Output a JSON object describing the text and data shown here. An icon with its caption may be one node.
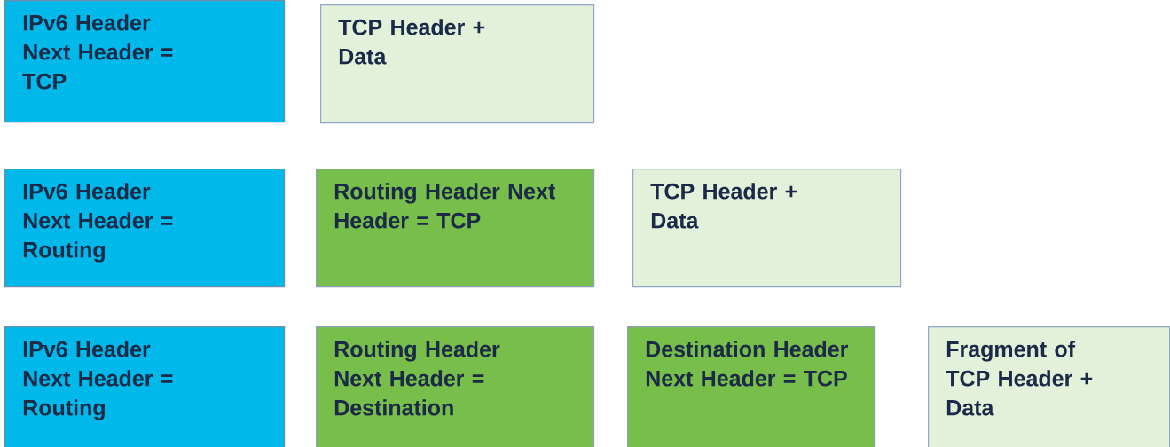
{
  "diagram": {
    "nodes": [
      {
        "text": [
          "IPv6 Header Next Header = TCP"
        ]
      },
      {
        "text": [
          "TCP Header + Data"
        ]
      },
      {
        "text": [
          "IPv6 Header Next Header = Routing"
        ]
      },
      {
        "text": [
          "Routing Header Next Header = TCP"
        ]
      },
      {
        "text": [
          "TCP Header + Data"
        ]
      },
      {
        "text": [
          "IPv6 Header Next Header = Routing"
        ]
      },
      {
        "text": [
          "Routing Header Next Header = Destination"
        ]
      },
      {
        "text": [
          "Destination Header Next Header = TCP"
        ]
      },
      {
        "text": [
          "Fragment of TCP Header + Data"
        ]
      }
    ]
  }
}
